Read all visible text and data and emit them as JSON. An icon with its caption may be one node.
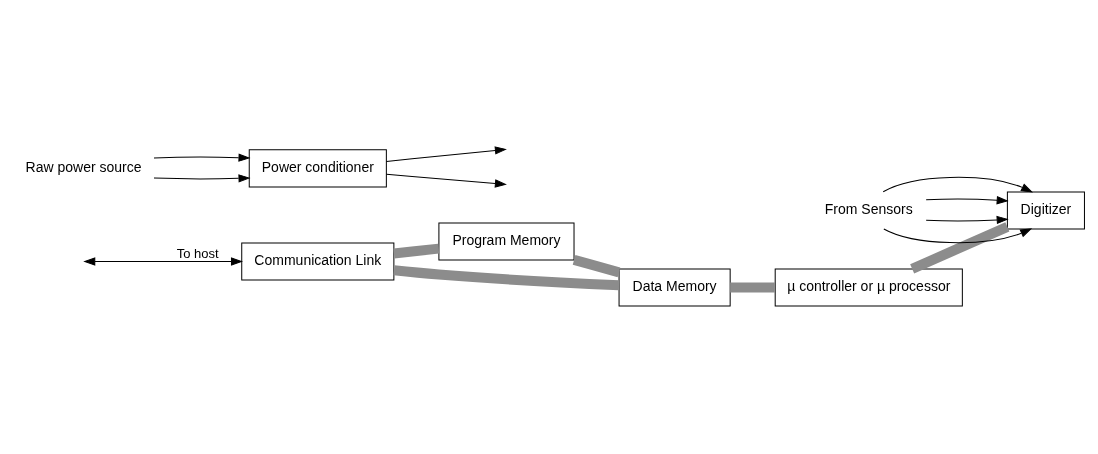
{
  "diagram": {
    "nodes": [
      {
        "text": [
          "Program Memory"
        ]
      },
      {
        "text": [
          "Data Memory"
        ]
      },
      {
        "text": [
          "µ controller or µ processor"
        ]
      },
      {
        "text": [
          "Digitizer"
        ]
      },
      {
        "text": [
          "Communication Link"
        ]
      },
      {
        "text": [
          "Power conditioner"
        ]
      },
      {
        "text": [
          "From Sensors"
        ]
      },
      {
        "text": [
          "Raw power source"
        ]
      }
    ],
    "edges": [
      {
        "from": 0,
        "to": 1,
        "arrow": "none",
        "style": "thick",
        "color": "#8c8c8c"
      },
      {
        "from": 1,
        "to": 2,
        "arrow": "none",
        "style": "thick",
        "color": "#8c8c8c"
      },
      {
        "from": 2,
        "to": 3,
        "arrow": "none",
        "style": "thick",
        "color": "#8c8c8c"
      },
      {
        "from": 4,
        "to": 0,
        "arrow": "none",
        "style": "thick",
        "color": "#8c8c8c"
      },
      {
        "from": 4,
        "to": 1,
        "arrow": "none",
        "style": "thick",
        "color": "#8c8c8c"
      },
      {
        "from": 6,
        "to": 3,
        "arrow": "to"
      },
      {
        "from": 6,
        "to": 3,
        "arrow": "to"
      },
      {
        "from": 6,
        "to": 3,
        "arrow": "to"
      },
      {
        "from": 6,
        "to": 3,
        "arrow": "to"
      },
      {
        "from": null,
        "to": 4,
        "arrow": "both",
        "label": "To host"
      },
      {
        "from": 7,
        "to": 5,
        "arrow": "to"
      },
      {
        "from": 7,
        "to": 5,
        "arrow": "to"
      },
      {
        "from": 5,
        "to": null,
        "arrow": "to"
      },
      {
        "from": 5,
        "to": null,
        "arrow": "to"
      }
    ]
  }
}
